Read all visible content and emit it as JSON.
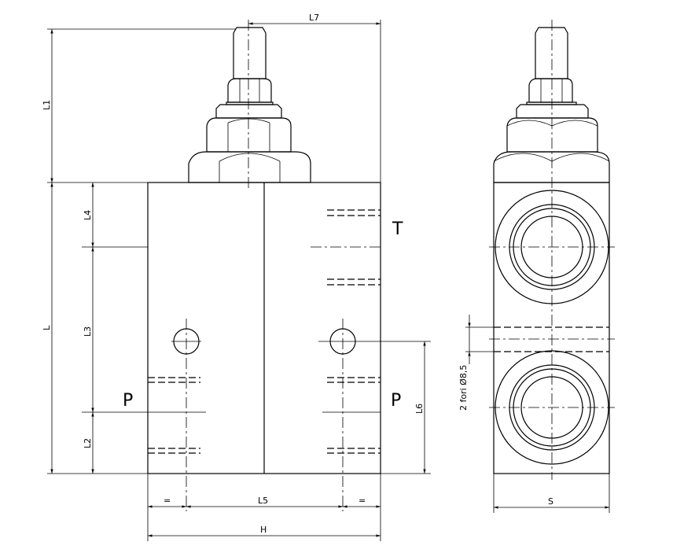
{
  "dimensions": {
    "L7": "L7",
    "L1": "L1",
    "L": "L",
    "L4": "L4",
    "L3": "L3",
    "L2": "L2",
    "L6": "L6",
    "L5": "L5",
    "eq_left": "=",
    "eq_right": "=",
    "H": "H",
    "S": "S",
    "holes": "2 fori Ø8,5"
  },
  "ports": {
    "T": "T",
    "P_left": "P",
    "P_right": "P"
  }
}
